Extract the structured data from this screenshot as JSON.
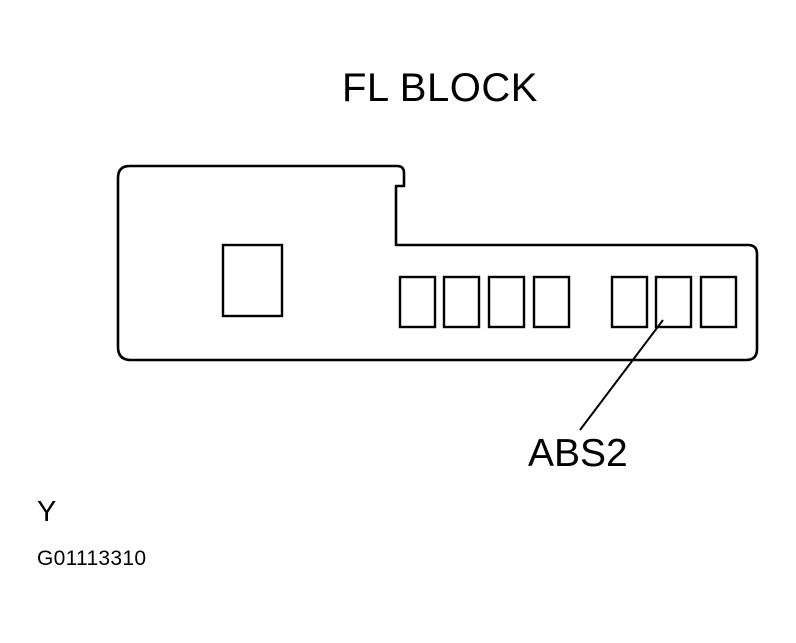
{
  "diagram": {
    "title": "FL BLOCK",
    "callout": "ABS2",
    "corner_letter": "Y",
    "figure_id": "G01113310"
  },
  "colors": {
    "ink": "#000000",
    "background": "#ffffff"
  }
}
